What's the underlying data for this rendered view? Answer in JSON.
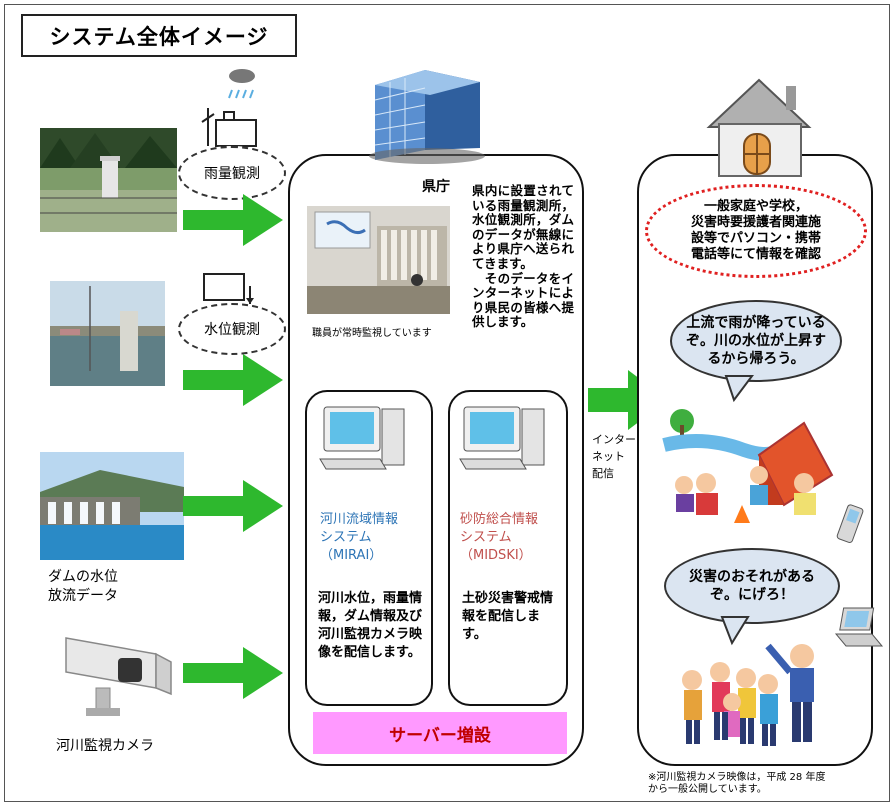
{
  "title": "システム全体イメージ",
  "observations": {
    "rain_label": "雨量観測",
    "water_label": "水位観測",
    "dam_label": "ダムの水位\n放流データ",
    "camera_label": "河川監視カメラ"
  },
  "prefecture": {
    "heading": "県庁",
    "description": "県内に設置されている雨量観測所，水位観測所，ダムのデータが無線により県庁へ送られてきます。\n　そのデータをインターネットにより県民の皆様へ提供します。",
    "photo_caption": "職員が常時監視しています",
    "system1": {
      "name": "河川流域情報\nシステム\n（MIRAI）",
      "body": "河川水位，雨量情報，ダム情報及び河川監視カメラ映像を配信します。"
    },
    "system2": {
      "name": "砂防総合情報\nシステム\n（MIDSKI）",
      "body": "土砂災害警戒情報を配信します。"
    },
    "server_label": "サーバー増設"
  },
  "internet_label": "インター\nネット\n配信",
  "public": {
    "oval_text": "一般家庭や学校，\n災害時要援護者関連施\n設等でパソコン・携帯\n電話等にて情報を確認",
    "bubble1": "上流で雨が降っているぞ。川の水位が上昇するから帰ろう。",
    "bubble2": "災害のおそれがあるぞ。にげろ！"
  },
  "footnote": "※河川監視カメラ映像は，平成 28 年度\nから一般公開しています。",
  "colors": {
    "arrow_green": "#2eb82e",
    "server_pink": "#ff99ff",
    "oval_red": "#e02020",
    "bubble_fill": "#dbe5f1",
    "system_blue": "#2e75b6",
    "system_red": "#c0504d"
  }
}
